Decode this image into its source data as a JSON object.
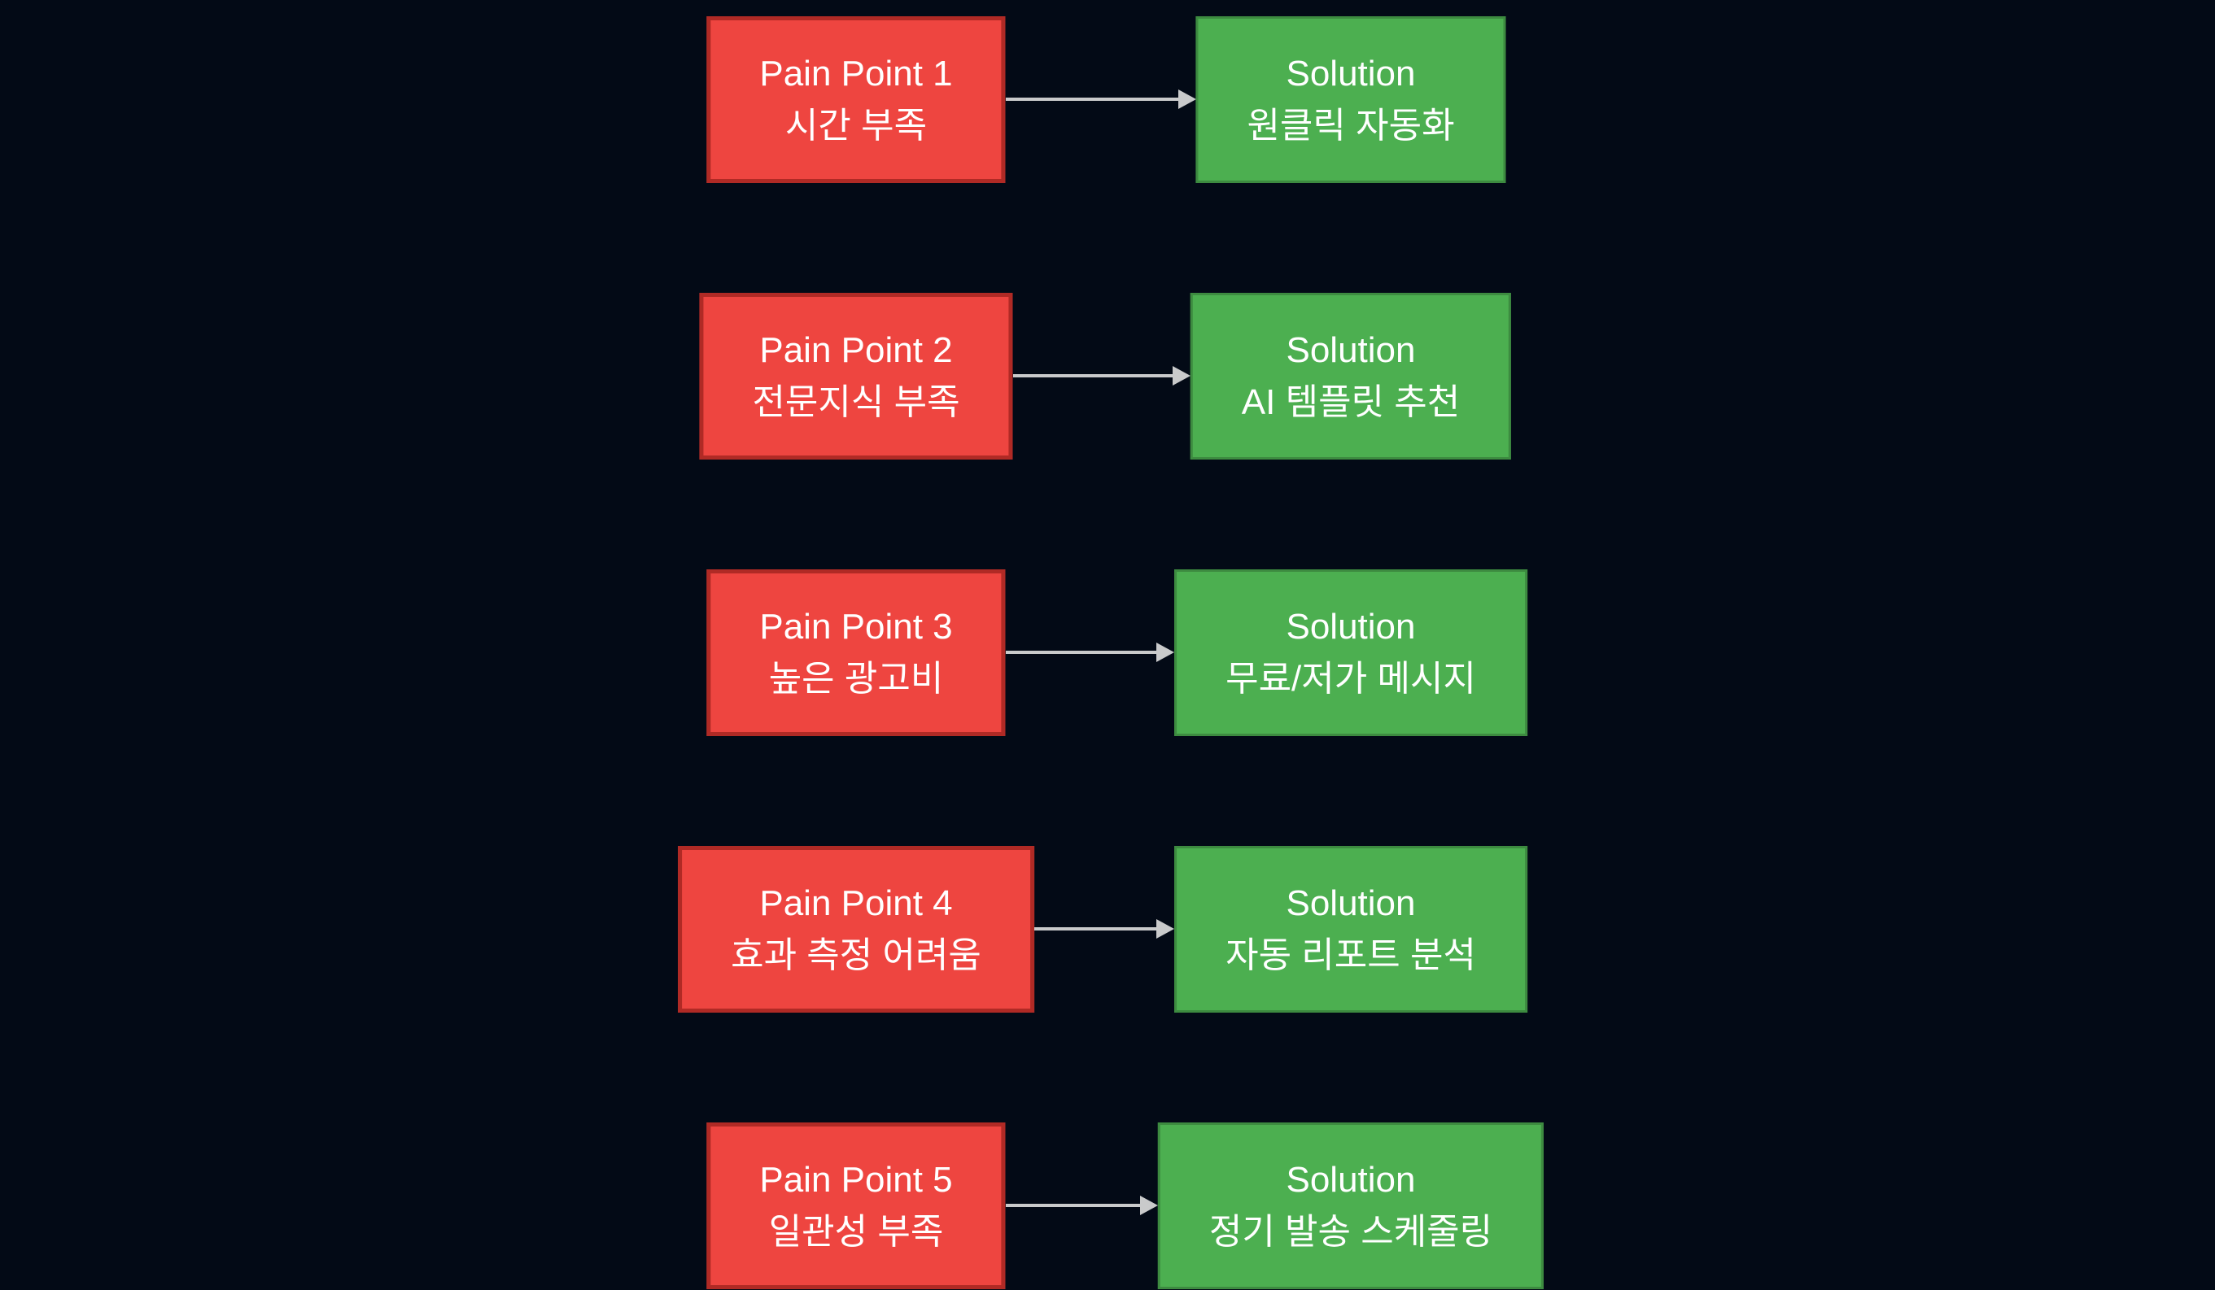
{
  "diagram": {
    "type": "flowchart",
    "description": "Pain point to solution mapping diagram",
    "colors": {
      "background": "#030a16",
      "pain_fill": "#ee4540",
      "pain_border": "#b02a25",
      "solution_fill": "#4caf50",
      "solution_border": "#3d8b40",
      "arrow": "#c9cacb",
      "text": "#ffffff"
    },
    "rows": [
      {
        "pain": {
          "title": "Pain Point 1",
          "subtitle": "시간 부족"
        },
        "solution": {
          "title": "Solution",
          "subtitle": "원클릭 자동화"
        }
      },
      {
        "pain": {
          "title": "Pain Point 2",
          "subtitle": "전문지식 부족"
        },
        "solution": {
          "title": "Solution",
          "subtitle": "AI 템플릿 추천"
        }
      },
      {
        "pain": {
          "title": "Pain Point 3",
          "subtitle": "높은 광고비"
        },
        "solution": {
          "title": "Solution",
          "subtitle": "무료/저가 메시지"
        }
      },
      {
        "pain": {
          "title": "Pain Point 4",
          "subtitle": "효과 측정 어려움"
        },
        "solution": {
          "title": "Solution",
          "subtitle": "자동 리포트 분석"
        }
      },
      {
        "pain": {
          "title": "Pain Point 5",
          "subtitle": "일관성 부족"
        },
        "solution": {
          "title": "Solution",
          "subtitle": "정기 발송 스케줄링"
        }
      }
    ]
  }
}
